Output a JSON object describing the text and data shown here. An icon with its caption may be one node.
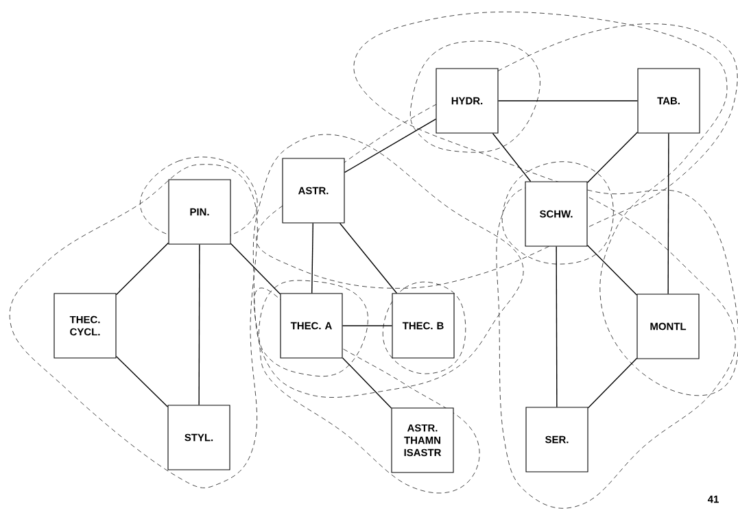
{
  "diagram": {
    "nodes": [
      {
        "text": [
          "PIN."
        ]
      },
      {
        "text": [
          "THEC. CYCL."
        ]
      },
      {
        "text": [
          "STYL."
        ]
      },
      {
        "text": [
          "ASTR."
        ]
      },
      {
        "text": [
          "THEC. A"
        ]
      },
      {
        "text": [
          "THEC. B"
        ]
      },
      {
        "text": [
          "ASTR. THAMN ISASTR"
        ]
      },
      {
        "text": [
          "HYDR."
        ]
      },
      {
        "text": [
          "TAB."
        ]
      },
      {
        "text": [
          "SCHW."
        ]
      },
      {
        "text": [
          "MONTL"
        ]
      },
      {
        "text": [
          "SER."
        ]
      }
    ],
    "edges": [
      {
        "from": 0,
        "to": 1,
        "arrow": "none"
      },
      {
        "from": 0,
        "to": 2,
        "arrow": "none"
      },
      {
        "from": 0,
        "to": 4,
        "arrow": "none"
      },
      {
        "from": 1,
        "to": 2,
        "arrow": "none"
      },
      {
        "from": 3,
        "to": 4,
        "arrow": "none"
      },
      {
        "from": 3,
        "to": 5,
        "arrow": "none"
      },
      {
        "from": 3,
        "to": 7,
        "arrow": "none"
      },
      {
        "from": 4,
        "to": 5,
        "arrow": "none"
      },
      {
        "from": 4,
        "to": 6,
        "arrow": "none"
      },
      {
        "from": 7,
        "to": 8,
        "arrow": "none"
      },
      {
        "from": 7,
        "to": 9,
        "arrow": "none"
      },
      {
        "from": 8,
        "to": 9,
        "arrow": "none"
      },
      {
        "from": 8,
        "to": 10,
        "arrow": "none"
      },
      {
        "from": 9,
        "to": 11,
        "arrow": "none"
      },
      {
        "from": 9,
        "to": 10,
        "arrow": "none"
      },
      {
        "from": 11,
        "to": 10,
        "arrow": "none"
      }
    ],
    "labels": [
      "41"
    ]
  }
}
